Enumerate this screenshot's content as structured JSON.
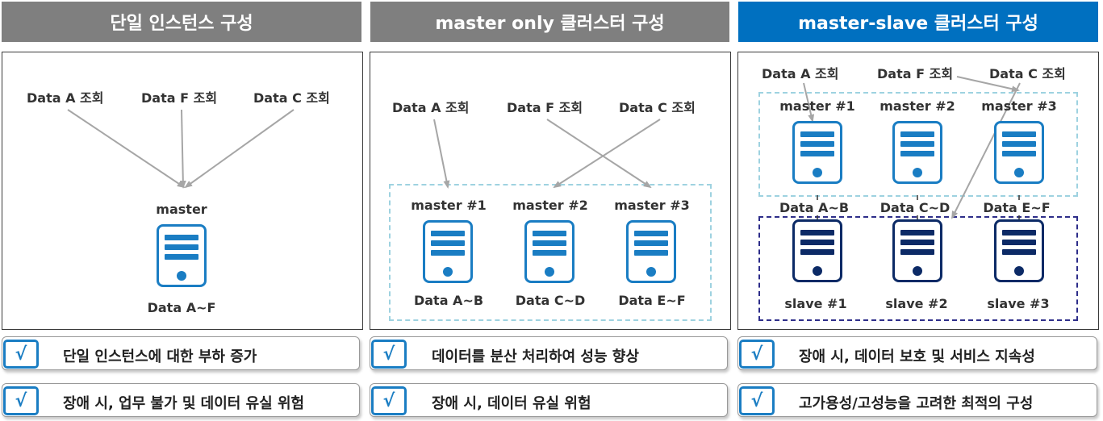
{
  "headers": {
    "single": "단일 인스턴스 구성",
    "master_only": "master only 클러스터 구성",
    "master_slave": "master-slave 클러스터 구성"
  },
  "colors": {
    "header_gray": "#7f7f7f",
    "header_blue": "#0070c0",
    "server_blue": "#1a7dc3",
    "slave_navy": "#0c2a66"
  },
  "icons": {
    "server": "server-icon",
    "check": "checkmark"
  },
  "single": {
    "queries": [
      "Data A 조회",
      "Data F 조회",
      "Data C 조회"
    ],
    "master_label": "master",
    "data_label": "Data A~F"
  },
  "master_only": {
    "queries": [
      "Data A 조회",
      "Data F 조회",
      "Data C 조회"
    ],
    "masters": [
      "master #1",
      "master #2",
      "master #3"
    ],
    "data_labels": [
      "Data A~B",
      "Data C~D",
      "Data E~F"
    ]
  },
  "master_slave": {
    "queries": [
      "Data A 조회",
      "Data F 조회",
      "Data C 조회"
    ],
    "masters": [
      "master #1",
      "master #2",
      "master #3"
    ],
    "data_labels": [
      "Data A~B",
      "Data C~D",
      "Data E~F"
    ],
    "slaves": [
      "slave #1",
      "slave #2",
      "slave #3"
    ]
  },
  "notes": {
    "single": [
      "단일 인스턴스에 대한 부하 증가",
      "장애 시, 업무 불가 및 데이터 유실 위험"
    ],
    "master_only": [
      "데이터를 분산 처리하여 성능 향상",
      "장애 시, 데이터 유실 위험"
    ],
    "master_slave": [
      "장애 시, 데이터 보호 및 서비스 지속성",
      "고가용성/고성능을 고려한 최적의 구성"
    ],
    "check_symbol": "√"
  }
}
